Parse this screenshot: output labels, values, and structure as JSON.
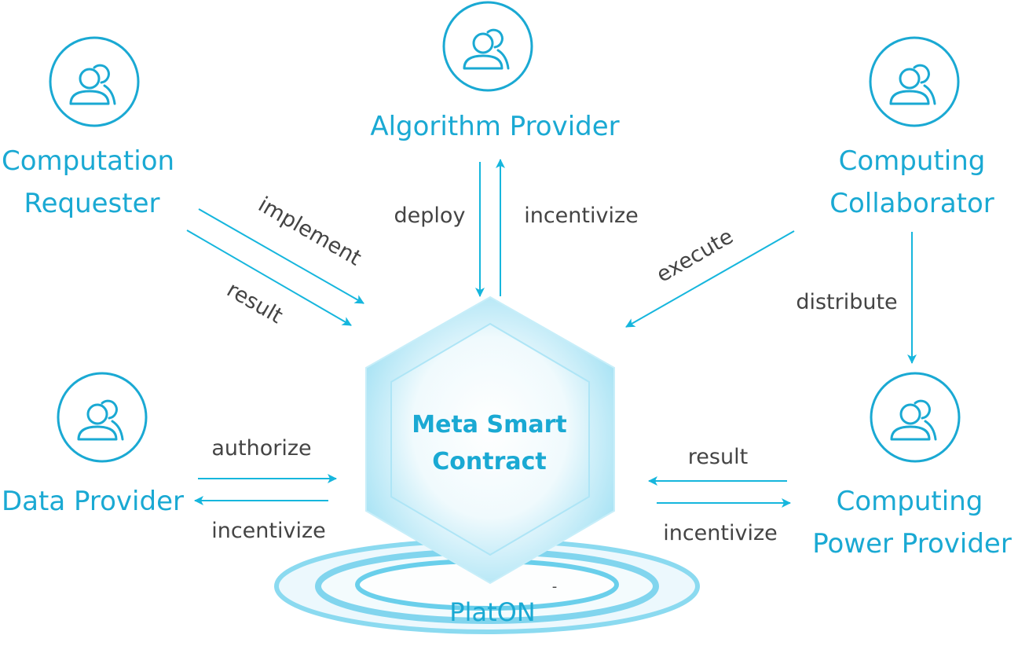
{
  "colors": {
    "accent": "#1aa9d3",
    "arrow": "#16b6dd",
    "edge_text": "#444444"
  },
  "nodes": {
    "computation_requester": {
      "line1": "Computation",
      "line2": "Requester",
      "icon": "user-group-icon"
    },
    "algorithm_provider": {
      "label": "Algorithm Provider",
      "icon": "user-group-icon"
    },
    "computing_collaborator": {
      "line1": "Computing",
      "line2": "Collaborator",
      "icon": "user-group-icon"
    },
    "data_provider": {
      "label": "Data Provider",
      "icon": "user-group-icon"
    },
    "computing_power_provider": {
      "line1": "Computing",
      "line2": "Power Provider",
      "icon": "user-group-icon"
    }
  },
  "center": {
    "line1": "Meta Smart",
    "line2": "Contract",
    "platform": "PlatON",
    "platform_mark": "-"
  },
  "edges": {
    "implement": "implement",
    "result_requester": "result",
    "deploy": "deploy",
    "incentivize_algorithm": "incentivize",
    "execute": "execute",
    "distribute": "distribute",
    "authorize": "authorize",
    "incentivize_data": "incentivize",
    "result_power": "result",
    "incentivize_power": "incentivize"
  }
}
